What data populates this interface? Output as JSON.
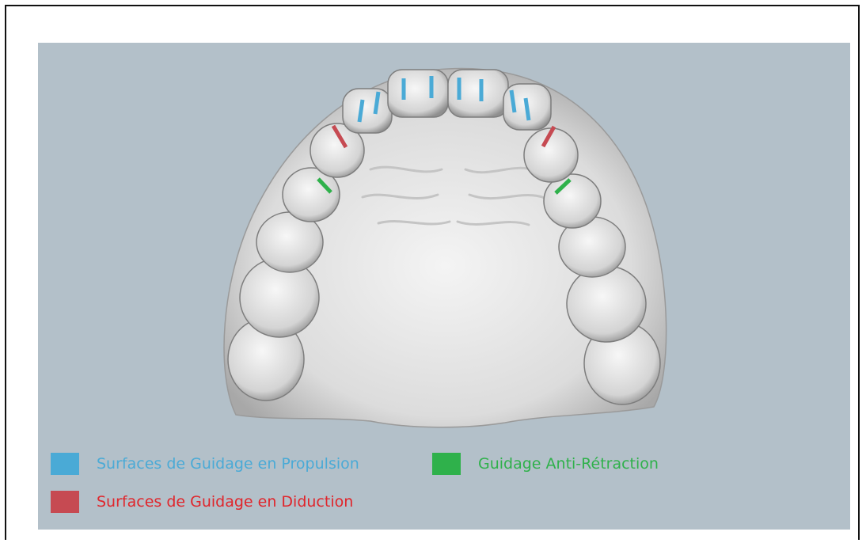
{
  "colors": {
    "background": "#b3c0c9",
    "propulsion": "#4aaad6",
    "diduction": "#c64a52",
    "anti_retraction": "#2fb14b",
    "propulsion_text": "#4aaad6",
    "diduction_text": "#e0252b",
    "anti_retraction_text": "#2fb14b"
  },
  "legend": {
    "propulsion": "Surfaces de Guidage en Propulsion",
    "anti_retraction": "Guidage Anti-Rétraction",
    "diduction": "Surfaces de Guidage en Diduction"
  },
  "image": {
    "subject": "dental-arch-icon"
  }
}
